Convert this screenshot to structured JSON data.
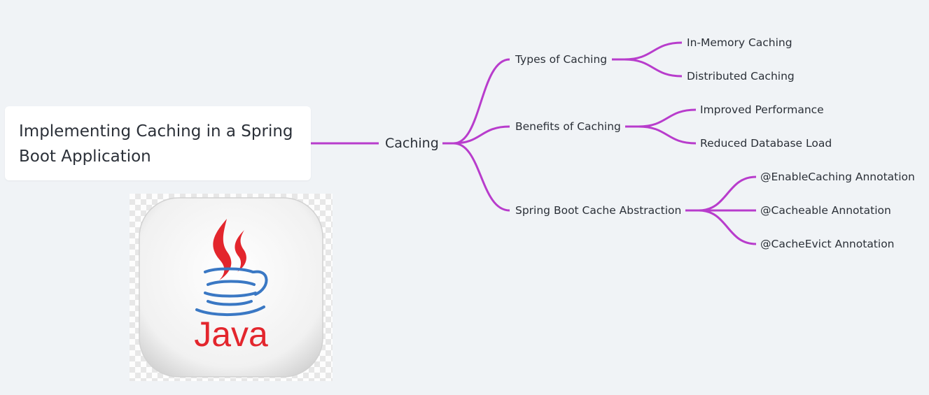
{
  "colors": {
    "background": "#f0f3f6",
    "branch": "#b83ccc",
    "text": "#2b3038",
    "java_red": "#e3262d",
    "java_blue": "#3a78c4"
  },
  "root": {
    "title": "Implementing Caching in a Spring Boot Application"
  },
  "logo": {
    "icon": "java-logo-icon",
    "text": "Java"
  },
  "main_topic": "Caching",
  "branches": [
    {
      "label": "Types of Caching",
      "children": [
        "In-Memory Caching",
        "Distributed Caching"
      ]
    },
    {
      "label": "Benefits of Caching",
      "children": [
        "Improved Performance",
        "Reduced Database Load"
      ]
    },
    {
      "label": "Spring Boot Cache Abstraction",
      "children": [
        "@EnableCaching Annotation",
        "@Cacheable Annotation",
        "@CacheEvict Annotation"
      ]
    }
  ]
}
